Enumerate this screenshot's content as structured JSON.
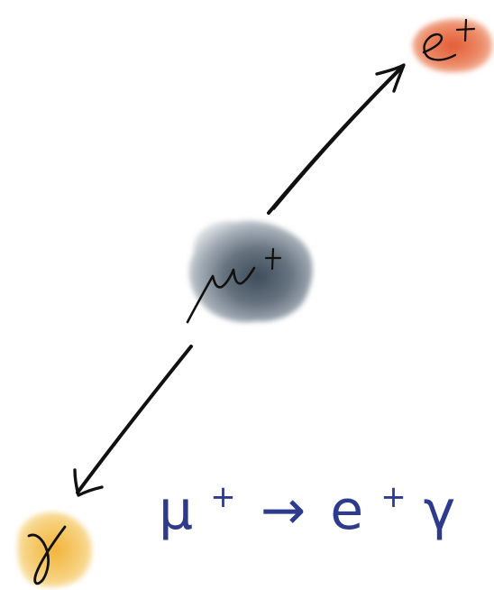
{
  "particles": {
    "muon": {
      "label": "μ",
      "charge": "+",
      "blob_color": "#51606f"
    },
    "positron": {
      "label": "e",
      "charge": "+",
      "blob_color": "#e9764f"
    },
    "photon": {
      "label": "γ",
      "blob_color": "#f4c860"
    }
  },
  "equation": {
    "parent": "μ",
    "parent_charge": "+",
    "arrow": "→",
    "product_1": "e",
    "product_1_charge": "+",
    "product_2": "γ",
    "color": "#2e3a8c"
  },
  "stroke_color": "#111111"
}
